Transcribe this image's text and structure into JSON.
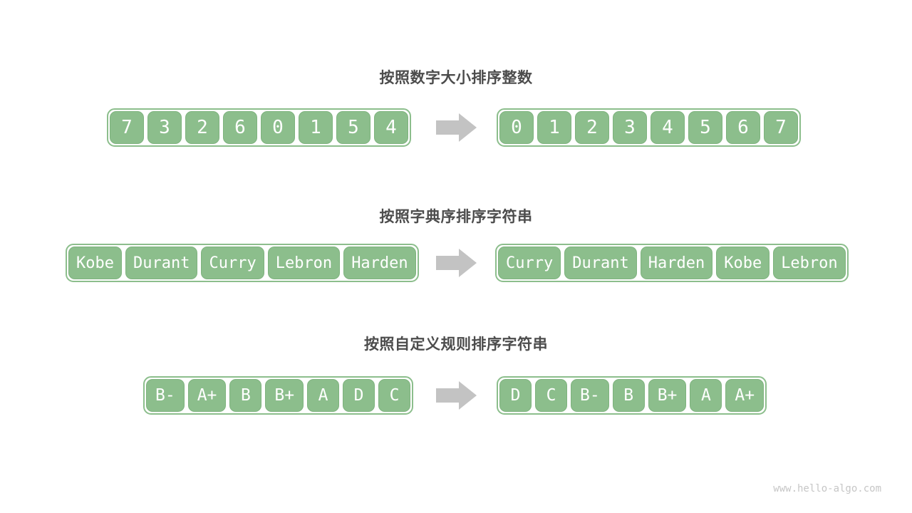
{
  "figure": {
    "watermark": "www.hello-algo.com",
    "arrow_icon": "right-block-arrow"
  },
  "colors": {
    "cell_fill": "#8cbe8c",
    "cell_border": "#7eb37e",
    "container_border": "#8cbe8c",
    "cell_text": "#ffffff",
    "title_text": "#4c4c4c",
    "arrow_fill": "#c3c3c3",
    "watermark_text": "#c6c6c6",
    "background": "#ffffff"
  },
  "sections": [
    {
      "title": "按照数字大小排序整数",
      "before": [
        "7",
        "3",
        "2",
        "6",
        "0",
        "1",
        "5",
        "4"
      ],
      "after": [
        "0",
        "1",
        "2",
        "3",
        "4",
        "5",
        "6",
        "7"
      ]
    },
    {
      "title": "按照字典序排序字符串",
      "before": [
        "Kobe",
        "Durant",
        "Curry",
        "Lebron",
        "Harden"
      ],
      "after": [
        "Curry",
        "Durant",
        "Harden",
        "Kobe",
        "Lebron"
      ]
    },
    {
      "title": "按照自定义规则排序字符串",
      "before": [
        "B-",
        "A+",
        "B",
        "B+",
        "A",
        "D",
        "C"
      ],
      "after": [
        "D",
        "C",
        "B-",
        "B",
        "B+",
        "A",
        "A+"
      ]
    }
  ]
}
